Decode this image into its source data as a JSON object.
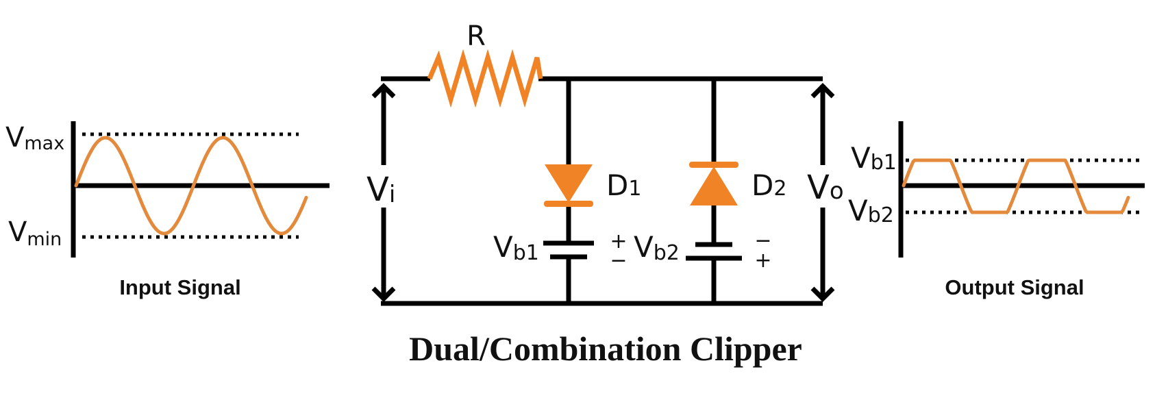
{
  "title": "Dual/Combination Clipper",
  "colors": {
    "component": "#f08326",
    "waveform": "#e38a3c",
    "wire": "#000000",
    "background": "#ffffff"
  },
  "input_signal": {
    "caption": "Input Signal",
    "vmax_label": {
      "main": "V",
      "sub": "max"
    },
    "vmin_label": {
      "main": "V",
      "sub": "min"
    },
    "waveform": "sine",
    "cycles": 2
  },
  "circuit": {
    "resistor_label": "R",
    "input_voltage_label": {
      "main": "V",
      "sub": "i"
    },
    "output_voltage_label": {
      "main": "V",
      "sub": "o"
    },
    "diode1": {
      "label_main": "D",
      "label_sub": "1",
      "orientation": "cathode-down"
    },
    "diode2": {
      "label_main": "D",
      "label_sub": "2",
      "orientation": "cathode-up"
    },
    "battery1": {
      "label_main": "V",
      "label_sub": "b1",
      "top_polarity": "+",
      "bottom_polarity": "−"
    },
    "battery2": {
      "label_main": "V",
      "label_sub": "b2",
      "top_polarity": "−",
      "bottom_polarity": "+"
    }
  },
  "output_signal": {
    "caption": "Output Signal",
    "upper_label": {
      "main": "V",
      "sub": "b1"
    },
    "lower_label": {
      "main": "V",
      "sub": "b2"
    },
    "waveform": "clipped-sine",
    "cycles": 2
  }
}
